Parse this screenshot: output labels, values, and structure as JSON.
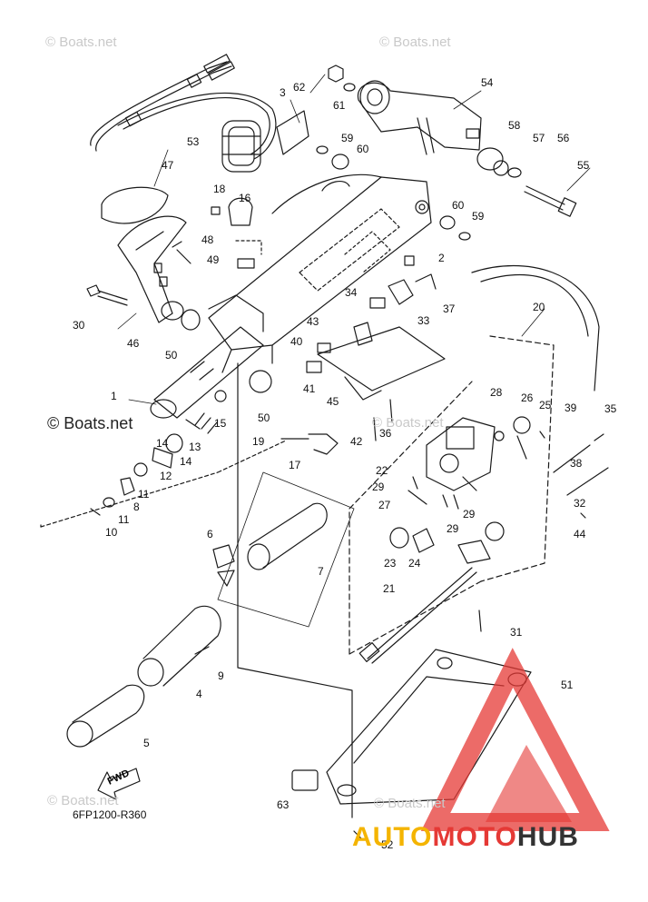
{
  "watermarks": {
    "top_left": "© Boats.net",
    "top_right": "© Boats.net",
    "mid_left": "© Boats.net",
    "mid_right": "© Boats.net",
    "bottom_left": "© Boats.net",
    "bottom_right": "© Boats.net"
  },
  "diagram_code": "6FP1200-R360",
  "fwd_label": "FWD",
  "brand": {
    "part1": "AUTO",
    "part2": "MOTO",
    "part3": "HUB"
  },
  "colors": {
    "line": "#1a1a1a",
    "logo_red": "#e53935",
    "logo_yellow": "#f4b400",
    "logo_gray": "#333333"
  },
  "part_numbers": [
    "1",
    "2",
    "3",
    "4",
    "5",
    "6",
    "7",
    "8",
    "9",
    "10",
    "11",
    "11",
    "12",
    "13",
    "14",
    "14",
    "15",
    "16",
    "17",
    "18",
    "19",
    "20",
    "21",
    "22",
    "23",
    "24",
    "25",
    "26",
    "27",
    "28",
    "29",
    "29",
    "29",
    "30",
    "31",
    "32",
    "33",
    "34",
    "35",
    "36",
    "37",
    "38",
    "39",
    "40",
    "41",
    "42",
    "43",
    "44",
    "45",
    "46",
    "47",
    "48",
    "49",
    "50",
    "50",
    "51",
    "52",
    "53",
    "54",
    "55",
    "56",
    "57",
    "58",
    "59",
    "59",
    "60",
    "60",
    "61",
    "62",
    "63"
  ]
}
